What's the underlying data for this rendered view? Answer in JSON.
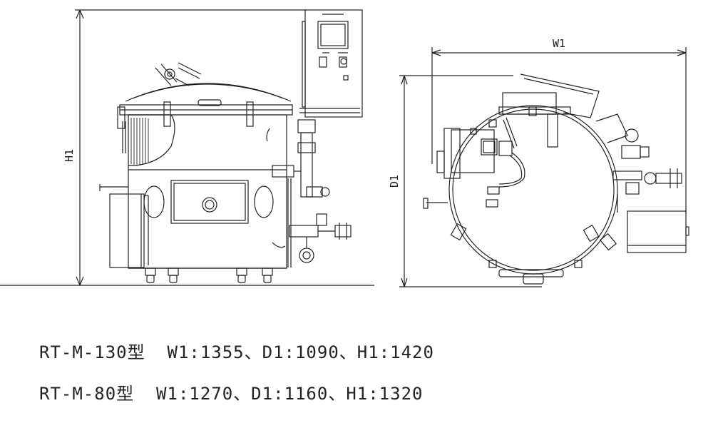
{
  "drawing": {
    "labels": {
      "h1": "H1",
      "w1": "W1",
      "d1": "D1"
    }
  },
  "specs": [
    {
      "text": "RT-M-130型  W1:1355、D1:1090、H1:1420"
    },
    {
      "text": "RT-M-80型  W1:1270、D1:1160、H1:1320"
    }
  ],
  "colors": {
    "line": "#222222",
    "background": "#ffffff"
  }
}
